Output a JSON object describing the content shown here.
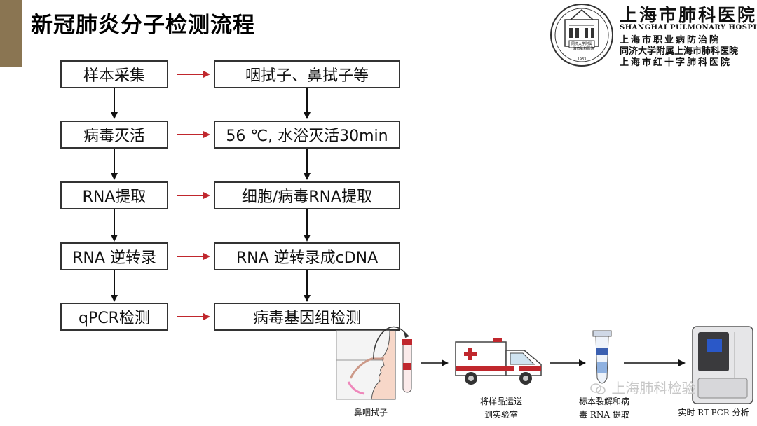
{
  "title": "新冠肺炎分子检测流程",
  "hospital": {
    "name_cn": "上海市肺科医院",
    "name_en": "SHANGHAI PULMONARY HOSPITAL",
    "line2": "上海市职业病防治院",
    "line3": "同济大学附属上海市肺科医院",
    "line4": "上海市红十字肺科医院",
    "seal_line1": "同济大学附属",
    "seal_line2": "上海市肺科医院",
    "seal_year": "1933"
  },
  "steps": [
    {
      "label": "样本采集",
      "detail": "咽拭子、鼻拭子等"
    },
    {
      "label": "病毒灭活",
      "detail": "56 ℃, 水浴灭活30min"
    },
    {
      "label": "RNA提取",
      "detail": "细胞/病毒RNA提取"
    },
    {
      "label": "RNA 逆转录",
      "detail": "RNA 逆转录成cDNA"
    },
    {
      "label": "qPCR检测",
      "detail": "病毒基因组检测"
    }
  ],
  "illustration": {
    "captions": [
      "鼻咽拭子",
      "将样品运送到实验室",
      "标本裂解和病毒 RNA 提取",
      "实时 RT-PCR 分析"
    ],
    "caption_lines": [
      [
        "鼻咽拭子"
      ],
      [
        "将样品运送",
        "到实验室"
      ],
      [
        "标本裂解和病",
        "毒 RNA 提取"
      ],
      [
        "实时 RT-PCR 分析"
      ]
    ]
  },
  "watermark": "上海肺科检验",
  "colors": {
    "accent": "#8a7552",
    "red_arrow": "#c0272d",
    "box_border": "#333333"
  }
}
